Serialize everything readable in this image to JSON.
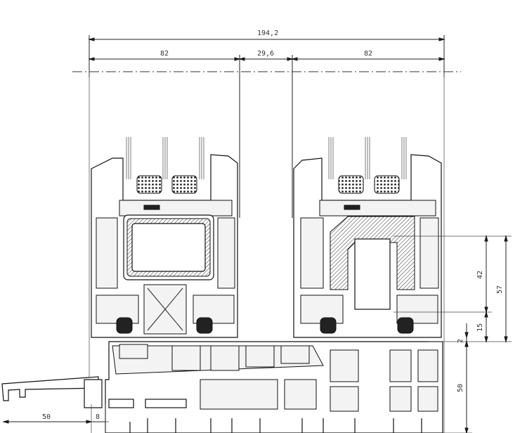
{
  "dimensions": {
    "overall_width": "194,2",
    "left_sash": "82",
    "middle_gap": "29,6",
    "right_sash": "82",
    "height_42": "42",
    "height_57": "57",
    "height_15": "15",
    "height_2": "2",
    "height_50": "50",
    "bottom_50": "50",
    "bottom_8": "8"
  }
}
